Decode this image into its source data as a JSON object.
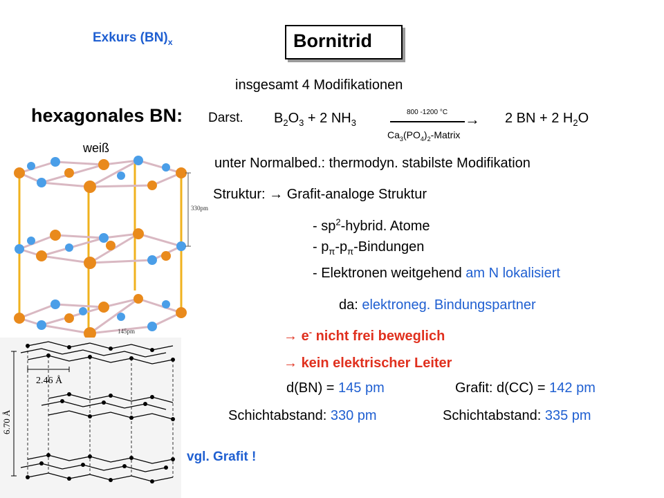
{
  "header": {
    "exkurs": "Exkurs (BN)",
    "exkurs_sub": "x",
    "title": "Bornitrid"
  },
  "intro": "insgesamt 4 Modifikationen",
  "section_title": "hexagonales BN:",
  "color_label": "weiß",
  "synthesis": {
    "label": "Darst.",
    "reactant_1": "B",
    "reactant_1_sub1": "2",
    "reactant_1_mid": "O",
    "reactant_1_sub2": "3",
    "reactant_plus": " + 2 NH",
    "reactant_2_sub": "3",
    "condition": "800 -1200 °C",
    "matrix_a": "Ca",
    "matrix_sub1": "3",
    "matrix_b": "(PO",
    "matrix_sub2": "4",
    "matrix_c": ")",
    "matrix_sub3": "2",
    "matrix_d": "-Matrix",
    "product_a": "2 BN + 2 H",
    "product_sub": "2",
    "product_b": "O"
  },
  "properties": {
    "normal_conditions": "unter Normalbed.: thermodyn. stabilste Modifikation",
    "structure_prefix": "Struktur:",
    "structure_text": "Grafit-analoge Struktur",
    "sp2_a": "- sp",
    "sp2_sup": "2",
    "sp2_b": "-hybrid. Atome",
    "ppi_a": "- p",
    "ppi_sub1": "π",
    "ppi_b": "-p",
    "ppi_sub2": "π",
    "ppi_c": "-Bindungen",
    "electrons_a": "- Elektronen weitgehend ",
    "electrons_b": "am N lokalisiert",
    "reason_a": "da: ",
    "reason_b": "elektroneg. Bindungspartner",
    "conclusion_1_a": "e",
    "conclusion_1_sup": "-",
    "conclusion_1_b": " nicht frei beweglich",
    "conclusion_2": "kein elektrischer Leiter"
  },
  "comparison": {
    "bn_bond_label": "d(BN) = ",
    "bn_bond_value": "145 pm",
    "cc_bond_label": "Grafit: d(CC) = ",
    "cc_bond_value": "142 pm",
    "bn_layer_label": "Schichtabstand: ",
    "bn_layer_value": "330 pm",
    "cc_layer_label": "Schichtabstand: ",
    "cc_layer_value": "335 pm"
  },
  "footer": "vgl. Grafit !",
  "figure_labels": {
    "layer_distance": "330pm",
    "bond_length": "145pm",
    "lattice_a": "2.46 Å",
    "lattice_c": "6.70 Å"
  },
  "colors": {
    "blue": "#1f5fd1",
    "red": "#e0301e",
    "boron": "#e98a1c",
    "nitrogen": "#4a9ee8",
    "rod": "#f0b21e"
  }
}
